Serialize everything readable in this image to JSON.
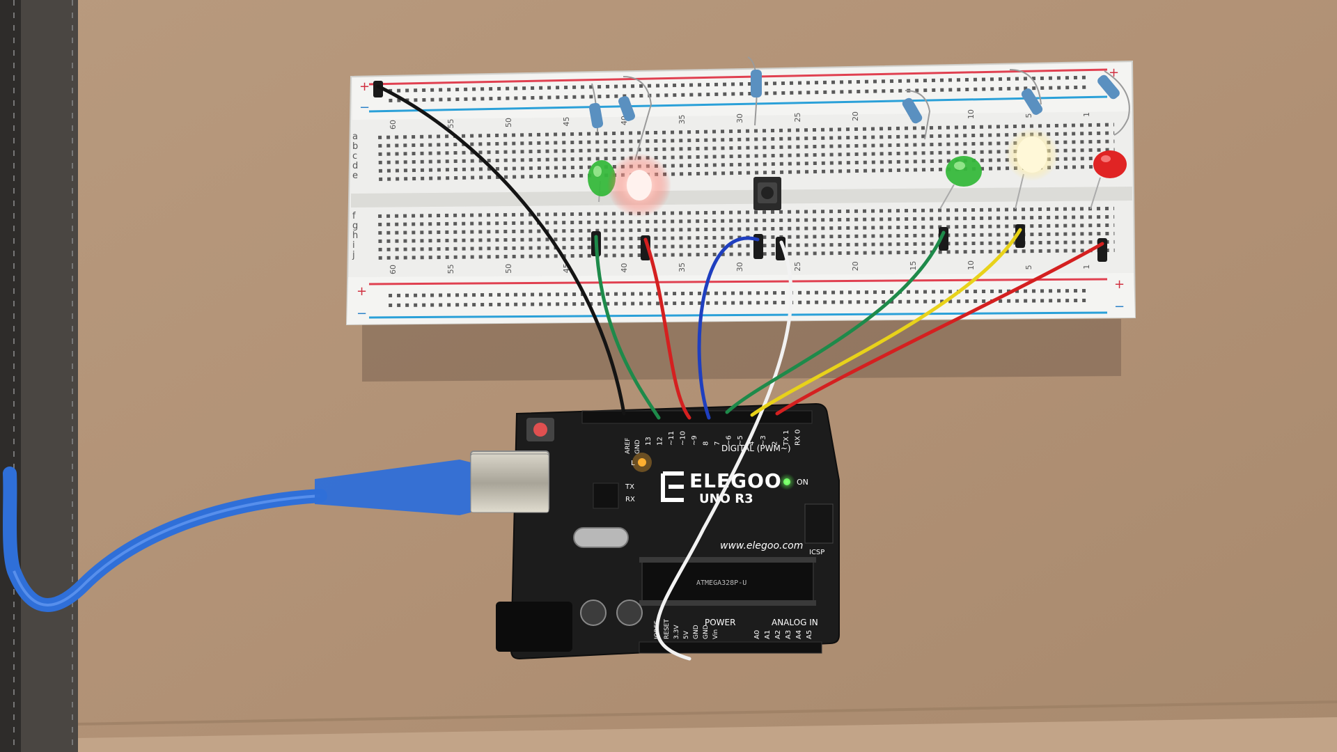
{
  "board": {
    "brand": "ELEGOO",
    "model": "UNO R3",
    "website": "www.elegoo.com",
    "digital_label": "DIGITAL (PWM~)",
    "power_label": "POWER",
    "analog_label": "ANALOG IN",
    "on_label": "ON",
    "tx_label": "TX",
    "rx_label": "RX",
    "l_label": "L",
    "aref_label": "AREF",
    "gnd_label": "GND",
    "chip_label": "ATMEGA328P-U",
    "icsp_label": "ICSP",
    "top_pins": [
      "13",
      "12",
      "~11",
      "~10",
      "~9",
      "8",
      "7",
      "~6",
      "~5",
      "4",
      "~3",
      "2",
      "TX 1",
      "RX 0"
    ],
    "power_pins": [
      "IOREF",
      "RESET",
      "3.3V",
      "5V",
      "GND",
      "GND",
      "Vin"
    ],
    "analog_pins": [
      "A0",
      "A1",
      "A2",
      "A3",
      "A4",
      "A5"
    ]
  },
  "breadboard": {
    "column_numbers": [
      "60",
      "55",
      "50",
      "45",
      "40",
      "35",
      "30",
      "25",
      "20",
      "15",
      "10",
      "5",
      "1"
    ],
    "rows_top": [
      "a",
      "b",
      "c",
      "d",
      "e"
    ],
    "rows_bottom": [
      "f",
      "g",
      "h",
      "i",
      "j"
    ],
    "rail_plus": "+",
    "rail_minus": "−"
  },
  "components": {
    "leds": [
      {
        "color": "#3fbf3f",
        "lit": false
      },
      {
        "color": "#ff3b2f",
        "lit": true
      },
      {
        "color": "#3fbf3f",
        "lit": false
      },
      {
        "color": "#fff6b0",
        "lit": true
      },
      {
        "color": "#e02020",
        "lit": false
      }
    ],
    "wires": [
      {
        "color": "#141414"
      },
      {
        "color": "#1e8a4a"
      },
      {
        "color": "#d42020"
      },
      {
        "color": "#1f3fbf"
      },
      {
        "color": "#f2f2f2"
      },
      {
        "color": "#1e8a4a"
      },
      {
        "color": "#e8d21a"
      },
      {
        "color": "#d42020"
      }
    ],
    "usb_cable_color": "#2f6fd8",
    "pushbutton": "tactile-switch"
  }
}
